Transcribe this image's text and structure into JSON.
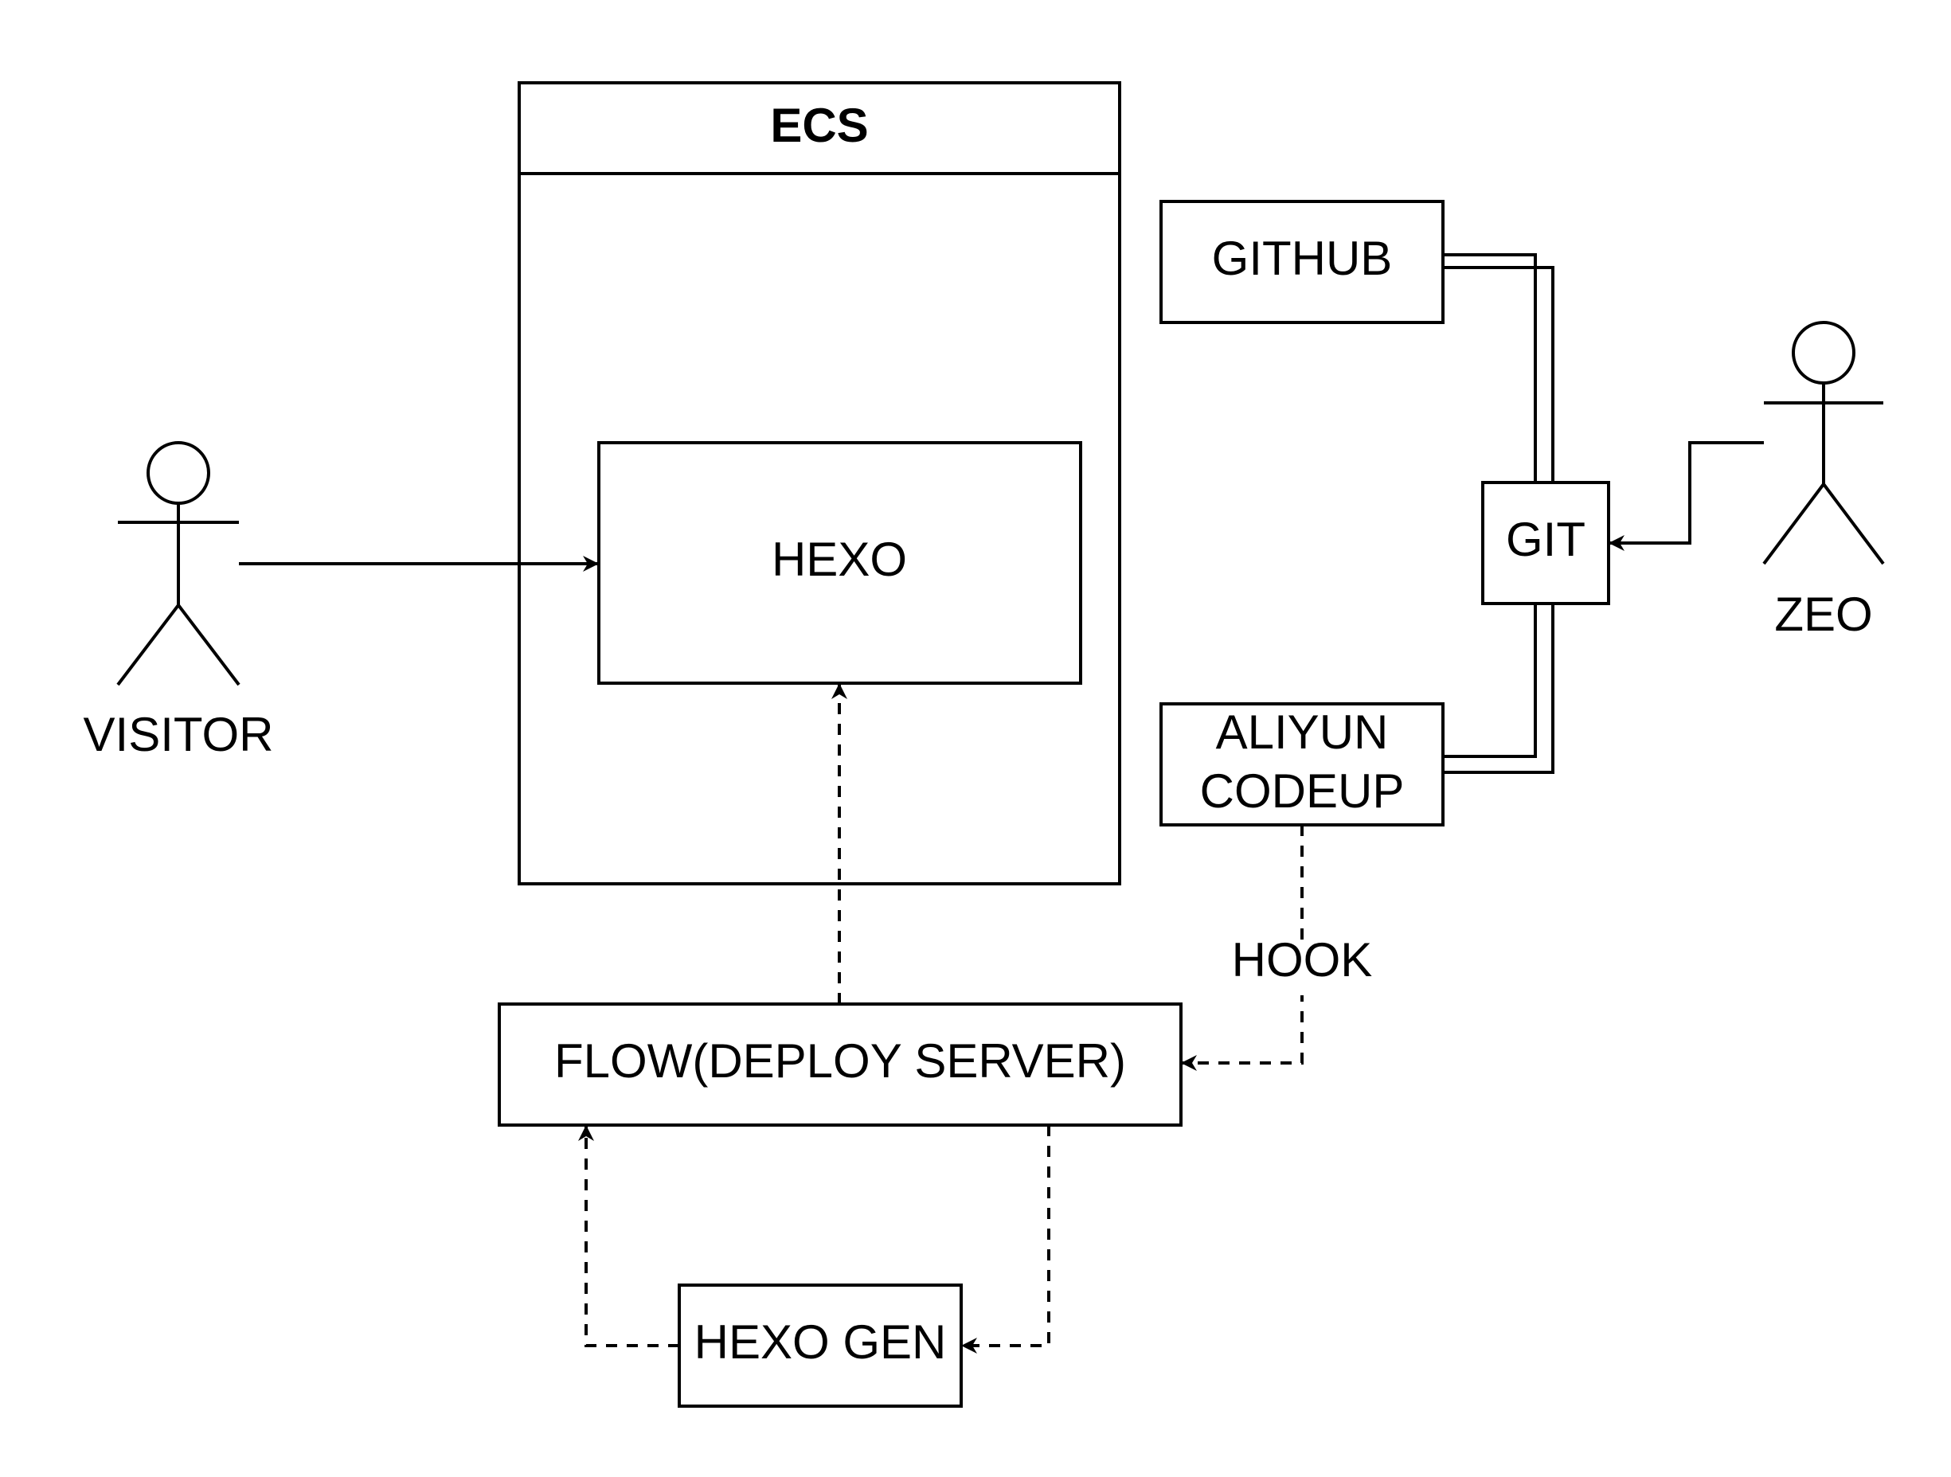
{
  "title": "ECS",
  "nodes": {
    "ecs": "ECS",
    "hexo": "HEXO",
    "github": "GITHUB",
    "git": "GIT",
    "aliyun_line1": "ALIYUN",
    "aliyun_line2": "CODEUP",
    "flow": "FLOW(DEPLOY SERVER)",
    "hexo_gen": "HEXO GEN"
  },
  "actors": {
    "visitor": "VISITOR",
    "zeo": "ZEO"
  },
  "edges": [
    {
      "from": "VISITOR",
      "to": "HEXO",
      "style": "solid"
    },
    {
      "from": "ZEO",
      "to": "GIT",
      "style": "solid"
    },
    {
      "from": "GIT",
      "to": "GITHUB",
      "style": "double"
    },
    {
      "from": "GIT",
      "to": "ALIYUN CODEUP",
      "style": "double"
    },
    {
      "from": "ALIYUN CODEUP",
      "to": "FLOW(DEPLOY SERVER)",
      "style": "dashed",
      "label": "HOOK"
    },
    {
      "from": "FLOW(DEPLOY SERVER)",
      "to": "HEXO",
      "style": "dashed"
    },
    {
      "from": "FLOW(DEPLOY SERVER)",
      "to": "HEXO GEN",
      "style": "dashed"
    },
    {
      "from": "HEXO GEN",
      "to": "FLOW(DEPLOY SERVER)",
      "style": "dashed"
    }
  ],
  "edge_labels": {
    "hook": "HOOK"
  }
}
